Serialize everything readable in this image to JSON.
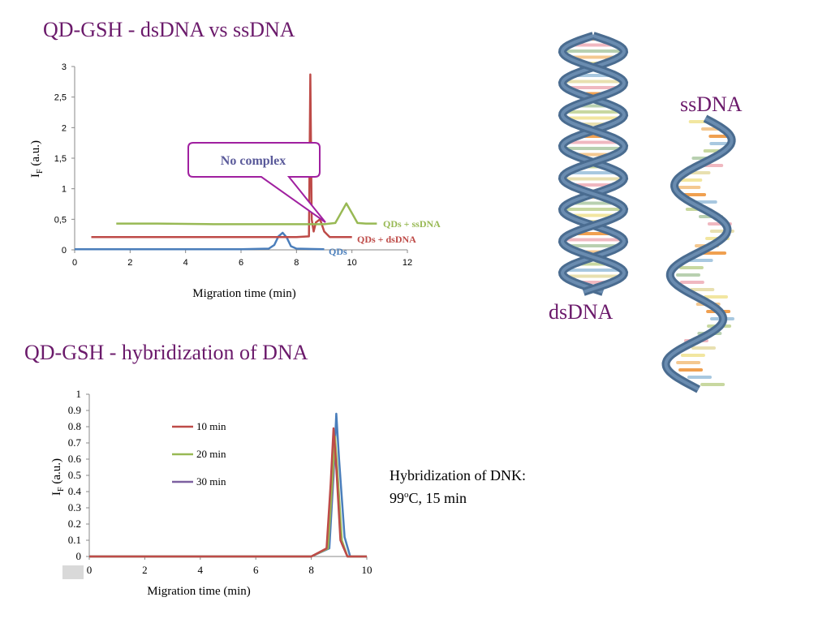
{
  "slide": {
    "title1": "QD-GSH  -  dsDNA vs ssDNA",
    "title2": "QD-GSH  - hybridization of DNA",
    "ssdna_label": "ssDNA",
    "dsdna_label": "dsDNA",
    "note_line1": "Hybridization of DNK:",
    "note_line2_prefix": "99",
    "note_line2_sup": "o",
    "note_line2_suffix": "C, 15 min"
  },
  "colors": {
    "title": "#6b1a6b",
    "blue": "#4a7ebb",
    "red": "#be4b48",
    "green": "#98b954",
    "purple": "#7d60a0",
    "callout": "#a020a0",
    "callout_text": "#5a5a9a"
  },
  "chart_data": [
    {
      "type": "line",
      "xlabel": "Migration time (min)",
      "ylabel": "IF (a.u.)",
      "ylabel_main": "I",
      "ylabel_sub": "F",
      "ylabel_rest": " (a.u.)",
      "xlim": [
        0,
        12
      ],
      "ylim": [
        0,
        3
      ],
      "xticks": [
        "0",
        "2",
        "4",
        "6",
        "8",
        "10",
        "12"
      ],
      "yticks": [
        "0",
        "0,5",
        "1",
        "1,5",
        "2",
        "2,5",
        "3"
      ],
      "annotation": "No complex",
      "series": [
        {
          "name": "QDs",
          "color": "#4a7ebb",
          "x": [
            0,
            1,
            2,
            3,
            4,
            5,
            6,
            7,
            7.2,
            7.35,
            7.5,
            7.65,
            7.8,
            8,
            9
          ],
          "y": [
            0.01,
            0.01,
            0.01,
            0.01,
            0.01,
            0.01,
            0.01,
            0.02,
            0.08,
            0.22,
            0.28,
            0.2,
            0.06,
            0.02,
            0.01
          ]
        },
        {
          "name": "QDs + dsDNA",
          "color": "#be4b48",
          "x": [
            0.6,
            2,
            4,
            6,
            8,
            8.45,
            8.5,
            8.55,
            8.62,
            8.7,
            8.85,
            9,
            9.2,
            10
          ],
          "y": [
            0.21,
            0.21,
            0.21,
            0.21,
            0.21,
            0.22,
            2.87,
            0.5,
            0.3,
            0.45,
            0.5,
            0.3,
            0.21,
            0.21
          ]
        },
        {
          "name": "QDs + ssDNA",
          "color": "#98b954",
          "x": [
            1.5,
            3,
            5,
            7,
            9,
            9.4,
            9.6,
            9.8,
            10,
            10.2,
            10.5,
            10.9
          ],
          "y": [
            0.43,
            0.43,
            0.42,
            0.42,
            0.42,
            0.44,
            0.6,
            0.76,
            0.6,
            0.44,
            0.43,
            0.43
          ]
        }
      ]
    },
    {
      "type": "line",
      "xlabel": "Migration time (min)",
      "ylabel": "IF (a.u.)",
      "ylabel_main": "I",
      "ylabel_sub": "F",
      "ylabel_rest": " (a.u.)",
      "xlim": [
        0,
        10
      ],
      "ylim": [
        0,
        1
      ],
      "xticks": [
        "0",
        "2",
        "4",
        "6",
        "8",
        "10"
      ],
      "yticks": [
        "0",
        "0.1",
        "0.2",
        "0.3",
        "0.4",
        "0.5",
        "0.6",
        "0.7",
        "0.8",
        "0.9",
        "1"
      ],
      "series": [
        {
          "name": "10 min",
          "color": "#be4b48",
          "x": [
            0,
            2,
            4,
            6,
            8,
            8.55,
            8.7,
            8.8,
            8.9,
            9.05,
            9.3,
            10
          ],
          "y": [
            0.0,
            0.0,
            0.0,
            0.0,
            0.0,
            0.05,
            0.45,
            0.79,
            0.55,
            0.1,
            0.0,
            0.0
          ]
        },
        {
          "name": "20 min",
          "color": "#98b954",
          "x": [
            0,
            2,
            4,
            6,
            8,
            8.6,
            8.75,
            8.85,
            8.95,
            9.1,
            9.3,
            10
          ],
          "y": [
            0.0,
            0.0,
            0.0,
            0.0,
            0.0,
            0.05,
            0.45,
            0.74,
            0.5,
            0.1,
            0.0,
            0.0
          ]
        },
        {
          "name": "30 min",
          "color": "#7d60a0",
          "x": [
            0,
            2,
            4,
            6,
            8,
            8.6,
            8.75,
            8.85,
            8.95,
            9.1,
            9.3,
            10
          ],
          "y": [
            0.0,
            0.0,
            0.0,
            0.0,
            0.0,
            0.05,
            0.4,
            0.66,
            0.45,
            0.08,
            0.0,
            0.0
          ]
        },
        {
          "name": "",
          "color": "#4a7ebb",
          "x": [
            0,
            2,
            4,
            6,
            8,
            8.65,
            8.8,
            8.9,
            9.0,
            9.2,
            9.4,
            10
          ],
          "y": [
            0.0,
            0.0,
            0.0,
            0.0,
            0.0,
            0.05,
            0.5,
            0.88,
            0.6,
            0.12,
            0.0,
            0.0
          ]
        }
      ]
    }
  ]
}
